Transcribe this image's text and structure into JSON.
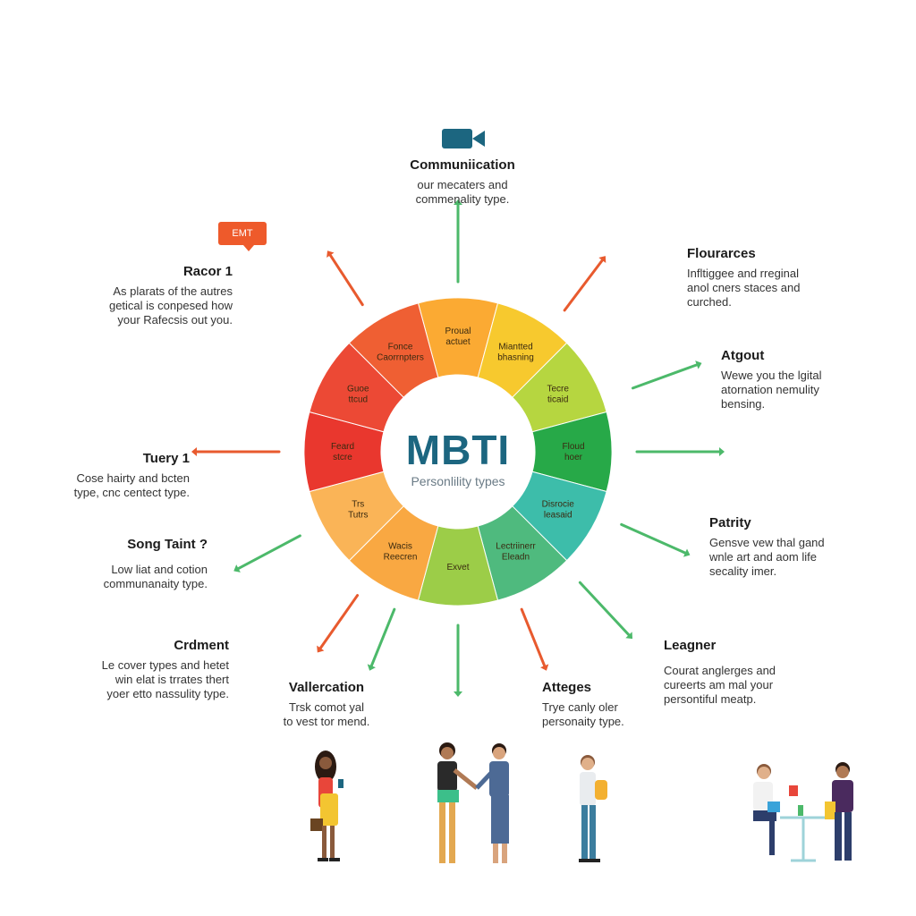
{
  "center": {
    "title": "MBTI",
    "subtitle": "Personlility types"
  },
  "badge": {
    "text": "EMT"
  },
  "wheel_segments": [
    {
      "label": "Proual actuet",
      "color": "#fbaa33"
    },
    {
      "label": "Miantted bhasning",
      "color": "#f7c92e"
    },
    {
      "label": "Tecre ticaid",
      "color": "#b6d640"
    },
    {
      "label": "Floud hoer",
      "color": "#27a948"
    },
    {
      "label": "Disrocie leasaid",
      "color": "#3dbdaa"
    },
    {
      "label": "Lectriinerr Eleadn",
      "color": "#4fba7e"
    },
    {
      "label": "Exvet",
      "color": "#9ccd48"
    },
    {
      "label": "Wacis Reecren",
      "color": "#f9a842"
    },
    {
      "label": "Trs Tutrs",
      "color": "#fab457"
    },
    {
      "label": "Feard stcre",
      "color": "#e9372e"
    },
    {
      "label": "Guoe ttcud",
      "color": "#ec4935"
    },
    {
      "label": "Fonce Caorrnpters",
      "color": "#ef5f33"
    }
  ],
  "labels": [
    {
      "id": "communication",
      "title": "Communiication",
      "desc": "our mecaters and\ncommenality type."
    },
    {
      "id": "racor",
      "title": "Racor 1",
      "desc": "As plarats of the autres\ngetical is conpesed how\nyour Rafecsis out you."
    },
    {
      "id": "flourarces",
      "title": "Flourarces",
      "desc": "Infltiggee and rreginal\nanol cners staces and\ncurched."
    },
    {
      "id": "atgout",
      "title": "Atgout",
      "desc": "Wewe you the lgital\natornation nemulity\nbensing."
    },
    {
      "id": "tuery",
      "title": "Tuery 1",
      "desc": "Cose hairty and bcten\ntype, cnc centect type."
    },
    {
      "id": "patrity",
      "title": "Patrity",
      "desc": "Gensve vew thal gand\nwnle art and aom life\nsecality imer."
    },
    {
      "id": "song",
      "title": "Song Taint ?",
      "desc": "Low liat and cotion\ncommunanaity type."
    },
    {
      "id": "crdment",
      "title": "Crdment",
      "desc": "Le cover types and hetet\nwin elat is trrates thert\nyoer etto nassulity type."
    },
    {
      "id": "leagner",
      "title": "Leagner",
      "desc": "Courat anglerges and\ncureerts am mal your\npersontiful meatp."
    },
    {
      "id": "vallercation",
      "title": "Vallercation",
      "desc": "Trsk comot yal\nto vest tor mend."
    },
    {
      "id": "atteges",
      "title": "Atteges",
      "desc": "Trye canly oler\npersonaity type."
    }
  ],
  "icons": [
    "camera-icon",
    "chat-badge-icon"
  ],
  "arrow_colors": {
    "orange": "#e85a2e",
    "green": "#4cb96a"
  }
}
